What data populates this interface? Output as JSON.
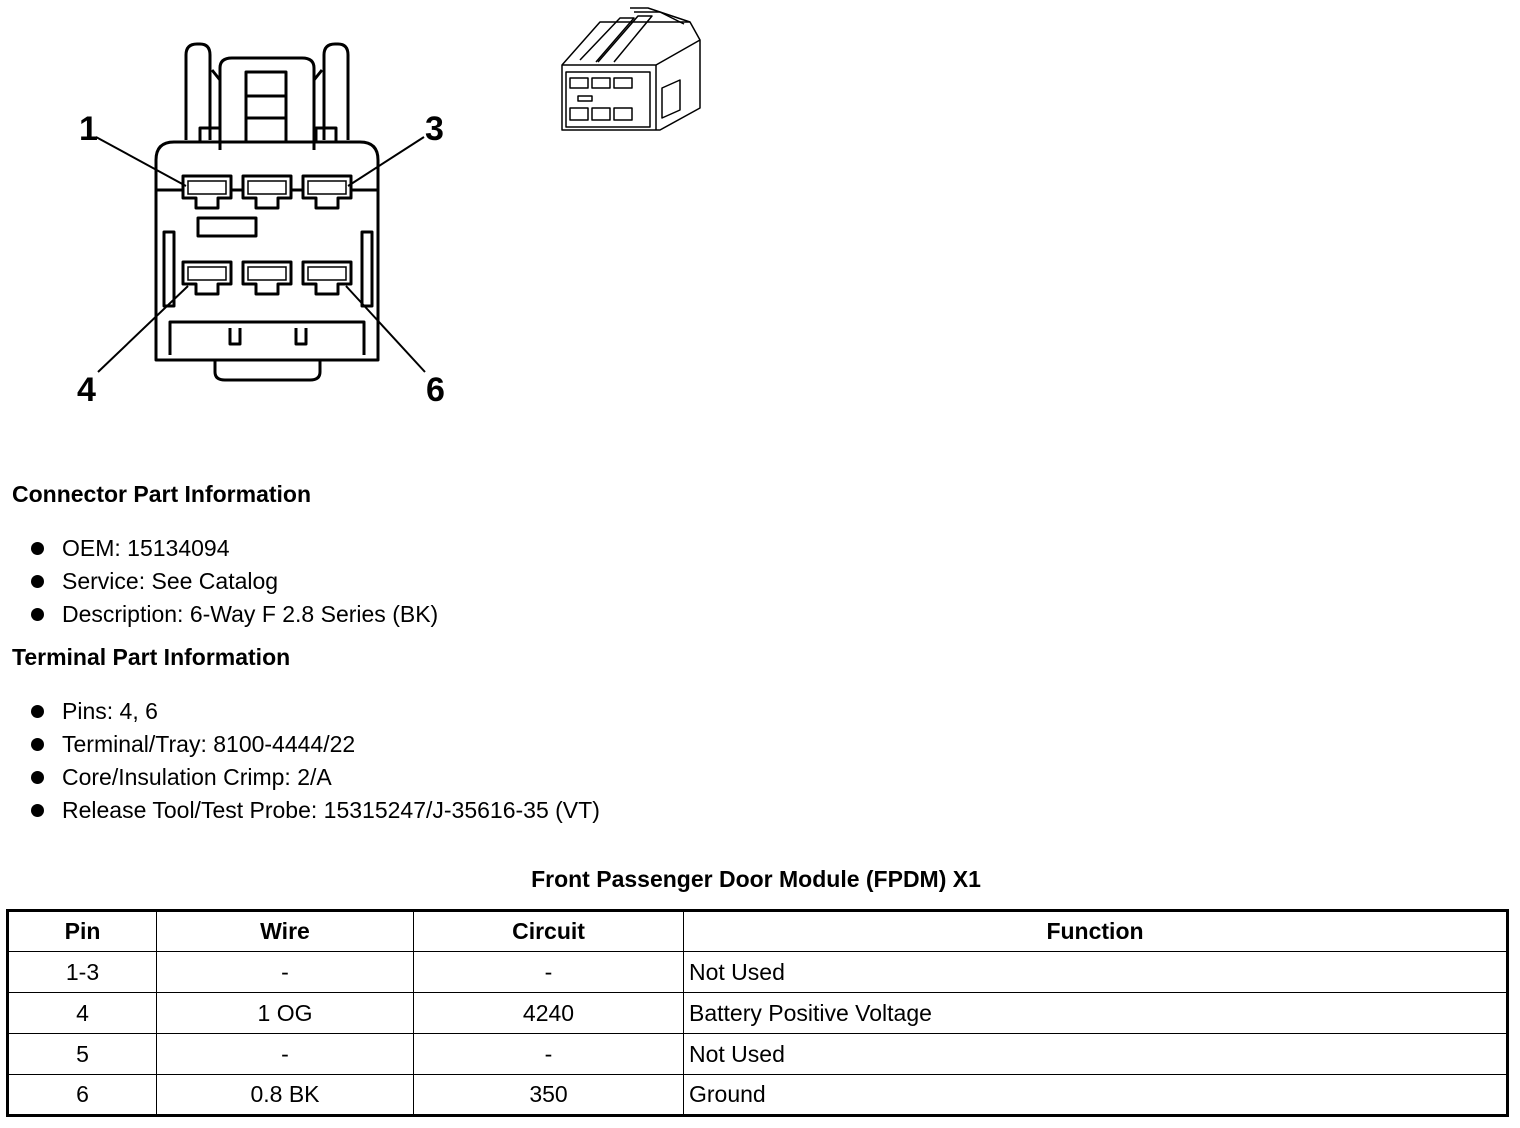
{
  "diagram": {
    "pin_labels": {
      "pin_1": "1",
      "pin_3": "3",
      "pin_4": "4",
      "pin_6": "6"
    }
  },
  "connector_info": {
    "heading": "Connector Part Information",
    "items": [
      "OEM: 15134094",
      "Service: See Catalog",
      "Description: 6-Way F 2.8 Series (BK)"
    ]
  },
  "terminal_info": {
    "heading": "Terminal Part Information",
    "items": [
      "Pins: 4, 6",
      "Terminal/Tray: 8100-4444/22",
      "Core/Insulation Crimp: 2/A",
      "Release Tool/Test Probe: 15315247/J-35616-35 (VT)"
    ]
  },
  "pin_table": {
    "title": "Front Passenger Door Module (FPDM) X1",
    "headers": [
      "Pin",
      "Wire",
      "Circuit",
      "Function"
    ],
    "rows": [
      [
        "1-3",
        "-",
        "-",
        "Not Used"
      ],
      [
        "4",
        "1 OG",
        "4240",
        "Battery Positive Voltage"
      ],
      [
        "5",
        "-",
        "-",
        "Not Used"
      ],
      [
        "6",
        "0.8 BK",
        "350",
        "Ground"
      ]
    ]
  }
}
